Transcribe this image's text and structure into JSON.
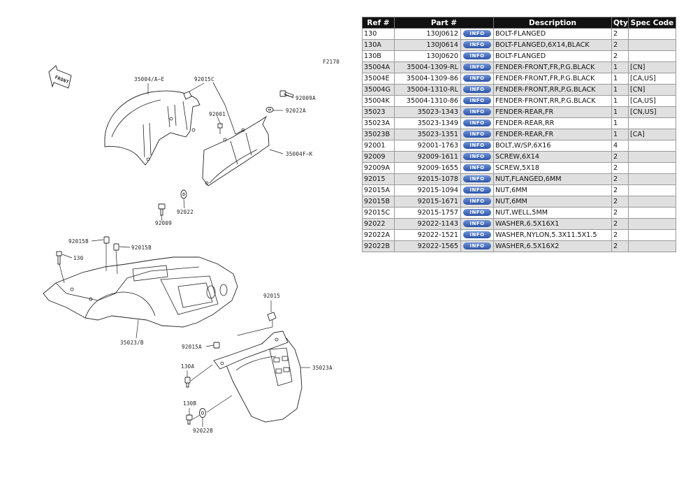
{
  "diagram": {
    "code": "F2170",
    "front_label": "FRONT",
    "callouts": [
      {
        "id": "35004/A~E"
      },
      {
        "id": "92015C"
      },
      {
        "id": "92009A"
      },
      {
        "id": "92022A"
      },
      {
        "id": "92001"
      },
      {
        "id": "35004F~K"
      },
      {
        "id": "92022"
      },
      {
        "id": "92009"
      },
      {
        "id": "92015B"
      },
      {
        "id": "92015B"
      },
      {
        "id": "130"
      },
      {
        "id": "35023/B"
      },
      {
        "id": "92015"
      },
      {
        "id": "92015A"
      },
      {
        "id": "35023A"
      },
      {
        "id": "130A"
      },
      {
        "id": "130B"
      },
      {
        "id": "92022B"
      }
    ]
  },
  "table": {
    "headers": {
      "ref": "Ref #",
      "part": "Part #",
      "description": "Description",
      "qty": "Qty",
      "spec": "Spec Code"
    },
    "info_label": "INFO",
    "rows": [
      {
        "ref": "130",
        "part": "130J0612",
        "description": "BOLT-FLANGED",
        "qty": "2",
        "spec": ""
      },
      {
        "ref": "130A",
        "part": "130J0614",
        "description": "BOLT-FLANGED,6X14,BLACK",
        "qty": "2",
        "spec": ""
      },
      {
        "ref": "130B",
        "part": "130J0620",
        "description": "BOLT-FLANGED",
        "qty": "2",
        "spec": ""
      },
      {
        "ref": "35004A",
        "part": "35004-1309-RL",
        "description": "FENDER-FRONT,FR,P.G.BLACK",
        "qty": "1",
        "spec": "[CN]"
      },
      {
        "ref": "35004E",
        "part": "35004-1309-86",
        "description": "FENDER-FRONT,FR,P.G.BLACK",
        "qty": "1",
        "spec": "[CA,US]"
      },
      {
        "ref": "35004G",
        "part": "35004-1310-RL",
        "description": "FENDER-FRONT,RR,P.G.BLACK",
        "qty": "1",
        "spec": "[CN]"
      },
      {
        "ref": "35004K",
        "part": "35004-1310-86",
        "description": "FENDER-FRONT,RR,P.G.BLACK",
        "qty": "1",
        "spec": "[CA,US]"
      },
      {
        "ref": "35023",
        "part": "35023-1343",
        "description": "FENDER-REAR,FR",
        "qty": "1",
        "spec": "[CN,US]"
      },
      {
        "ref": "35023A",
        "part": "35023-1349",
        "description": "FENDER-REAR,RR",
        "qty": "1",
        "spec": ""
      },
      {
        "ref": "35023B",
        "part": "35023-1351",
        "description": "FENDER-REAR,FR",
        "qty": "1",
        "spec": "[CA]"
      },
      {
        "ref": "92001",
        "part": "92001-1763",
        "description": "BOLT,W/SP,6X16",
        "qty": "4",
        "spec": ""
      },
      {
        "ref": "92009",
        "part": "92009-1611",
        "description": "SCREW,6X14",
        "qty": "2",
        "spec": ""
      },
      {
        "ref": "92009A",
        "part": "92009-1655",
        "description": "SCREW,5X18",
        "qty": "2",
        "spec": ""
      },
      {
        "ref": "92015",
        "part": "92015-1078",
        "description": "NUT,FLANGED,6MM",
        "qty": "2",
        "spec": ""
      },
      {
        "ref": "92015A",
        "part": "92015-1094",
        "description": "NUT,6MM",
        "qty": "2",
        "spec": ""
      },
      {
        "ref": "92015B",
        "part": "92015-1671",
        "description": "NUT,6MM",
        "qty": "2",
        "spec": ""
      },
      {
        "ref": "92015C",
        "part": "92015-1757",
        "description": "NUT,WELL,5MM",
        "qty": "2",
        "spec": ""
      },
      {
        "ref": "92022",
        "part": "92022-1143",
        "description": "WASHER,6.5X16X1",
        "qty": "2",
        "spec": ""
      },
      {
        "ref": "92022A",
        "part": "92022-1521",
        "description": "WASHER,NYLON,5.3X11.5X1.5",
        "qty": "2",
        "spec": ""
      },
      {
        "ref": "92022B",
        "part": "92022-1565",
        "description": "WASHER,6.5X16X2",
        "qty": "2",
        "spec": ""
      }
    ]
  }
}
